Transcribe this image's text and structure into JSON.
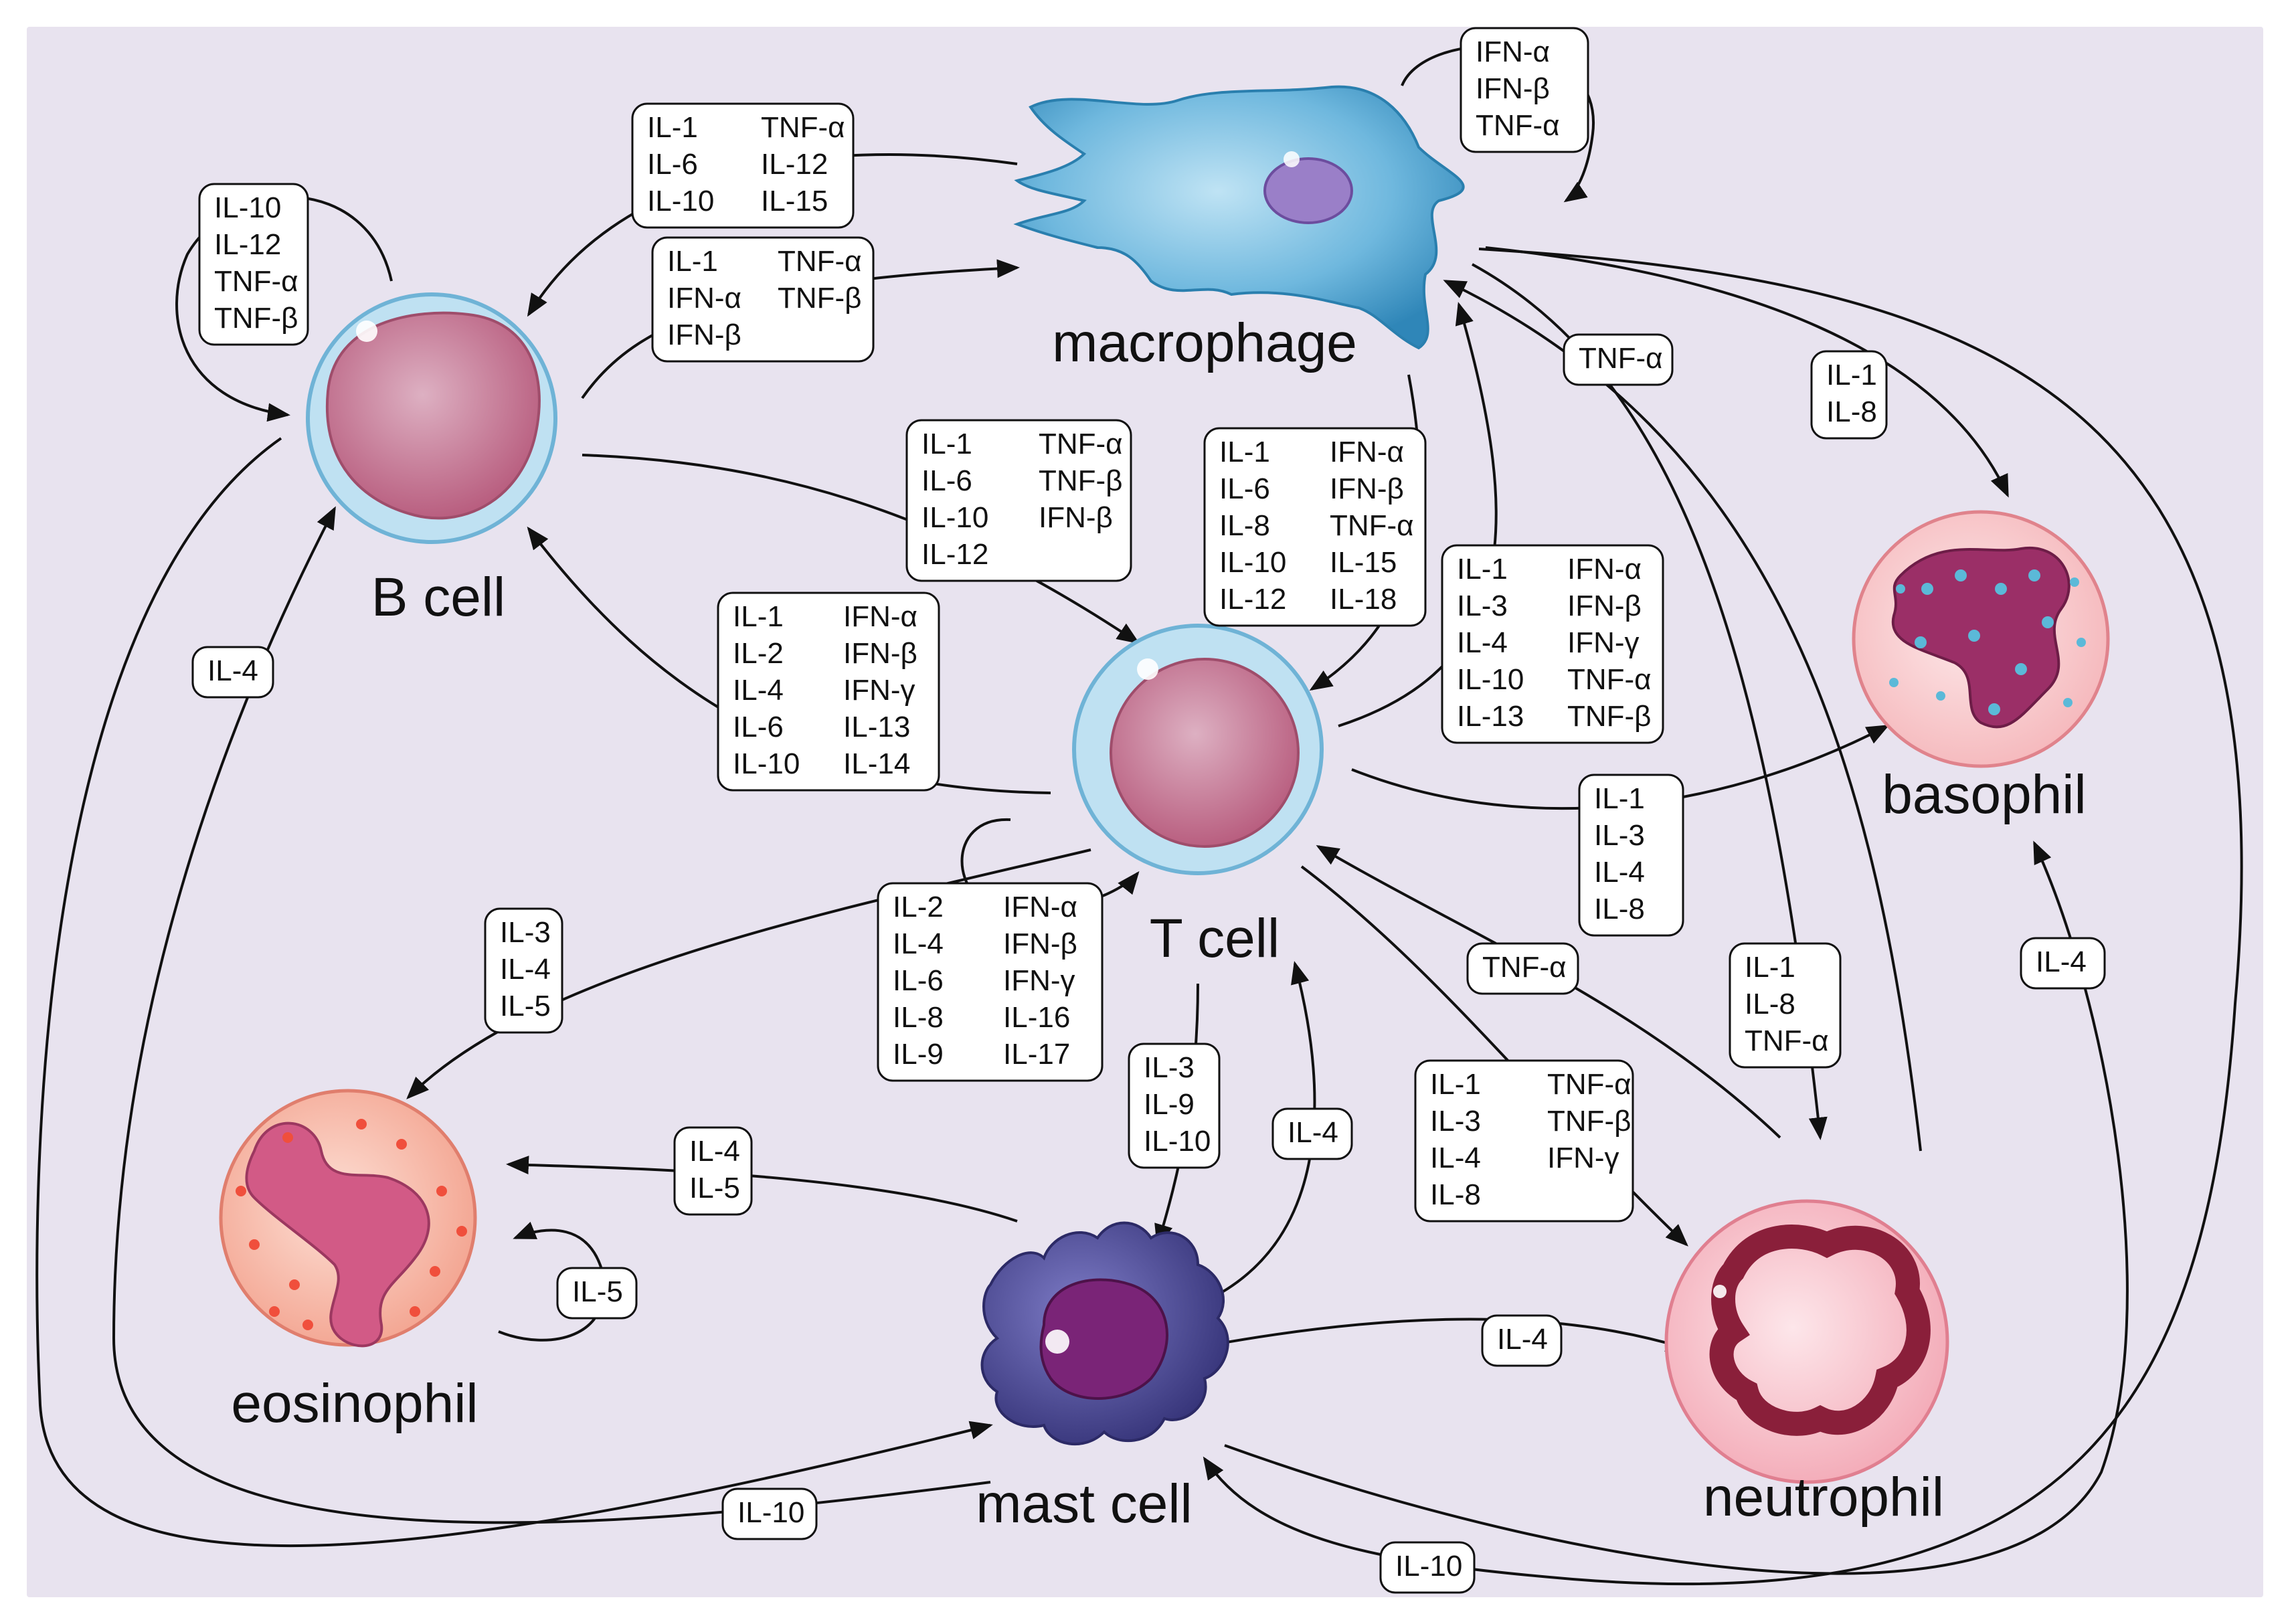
{
  "colors": {
    "background": "#e8e3ef",
    "arrow": "#111111",
    "box_fill": "#ffffff",
    "macrophage": "#5aaed6",
    "lymphocyte_nucleus": "#c9748f",
    "lymphocyte_membrane": "#8ec9e6",
    "eosinophil_body": "#f7b8a8",
    "eosinophil_nucleus": "#d25a86",
    "basophil_body": "#fbd3d4",
    "basophil_nucleus": "#9b2f67",
    "neutrophil_body": "#f9c7cf",
    "neutrophil_nucleus": "#8a1f3a",
    "mast_cell": "#4e4c9b",
    "mast_nucleus": "#7a2477"
  },
  "cells": {
    "macrophage": "macrophage",
    "b_cell": "B cell",
    "t_cell": "T cell",
    "basophil": "basophil",
    "eosinophil": "eosinophil",
    "mast_cell": "mast cell",
    "neutrophil": "neutrophil"
  },
  "boxes": {
    "mac_self": {
      "col1": [
        "IFN-α",
        "IFN-β",
        "TNF-α"
      ]
    },
    "mac_to_b": {
      "col1": [
        "IL-1",
        "IL-6",
        "IL-10"
      ],
      "col2": [
        "TNF-α",
        "IL-12",
        "IL-15"
      ]
    },
    "b_self": {
      "col1": [
        "IL-10",
        "IL-12",
        "TNF-α",
        "TNF-β"
      ]
    },
    "b_to_mac": {
      "col1": [
        "IL-1",
        "IFN-α",
        "IFN-β"
      ],
      "col2": [
        "TNF-α",
        "TNF-β"
      ]
    },
    "b_to_t": {
      "col1": [
        "IL-1",
        "IL-6",
        "IL-10",
        "IL-12"
      ],
      "col2": [
        "TNF-α",
        "TNF-β",
        "IFN-β"
      ]
    },
    "t_to_b": {
      "col1": [
        "IL-1",
        "IL-2",
        "IL-4",
        "IL-6",
        "IL-10"
      ],
      "col2": [
        "IFN-α",
        "IFN-β",
        "IFN-γ",
        "IL-13",
        "IL-14"
      ]
    },
    "mac_to_t": {
      "col1": [
        "IL-1",
        "IL-6",
        "IL-8",
        "IL-10",
        "IL-12"
      ],
      "col2": [
        "IFN-α",
        "IFN-β",
        "TNF-α",
        "IL-15",
        "IL-18"
      ]
    },
    "t_to_mac": {
      "col1": [
        "IL-1",
        "IL-3",
        "IL-4",
        "IL-10",
        "IL-13"
      ],
      "col2": [
        "IFN-α",
        "IFN-β",
        "IFN-γ",
        "TNF-α",
        "TNF-β"
      ]
    },
    "neut_to_mac": {
      "col1": [
        "TNF-α"
      ]
    },
    "mac_to_baso": {
      "col1": [
        "IL-1",
        "IL-8"
      ]
    },
    "t_to_baso": {
      "col1": [
        "IL-1",
        "IL-3",
        "IL-4",
        "IL-8"
      ]
    },
    "mast_to_b": {
      "col1": [
        "IL-4"
      ]
    },
    "t_self": {
      "col1": [
        "IL-2",
        "IL-4",
        "IL-6",
        "IL-8",
        "IL-9"
      ],
      "col2": [
        "IFN-α",
        "IFN-β",
        "IFN-γ",
        "IL-16",
        "IL-17"
      ]
    },
    "t_to_eos": {
      "col1": [
        "IL-3",
        "IL-4",
        "IL-5"
      ]
    },
    "neut_to_t": {
      "col1": [
        "TNF-α"
      ]
    },
    "mac_to_neut": {
      "col1": [
        "IL-1",
        "IL-8",
        "TNF-α"
      ]
    },
    "mast_to_baso": {
      "col1": [
        "IL-4"
      ]
    },
    "t_to_mast": {
      "col1": [
        "IL-3",
        "IL-9",
        "IL-10"
      ]
    },
    "mast_to_t": {
      "col1": [
        "IL-4"
      ]
    },
    "t_to_neut": {
      "col1": [
        "IL-1",
        "IL-3",
        "IL-4",
        "IL-8"
      ],
      "col2": [
        "TNF-α",
        "TNF-β",
        "IFN-γ"
      ]
    },
    "mast_to_eos": {
      "col1": [
        "IL-4",
        "IL-5"
      ]
    },
    "eos_self": {
      "col1": [
        "IL-5"
      ]
    },
    "mast_to_neut": {
      "col1": [
        "IL-4"
      ]
    },
    "b_to_mast": {
      "col1": [
        "IL-10"
      ]
    },
    "neut_to_mast": {
      "col1": [
        "IL-10"
      ]
    }
  }
}
